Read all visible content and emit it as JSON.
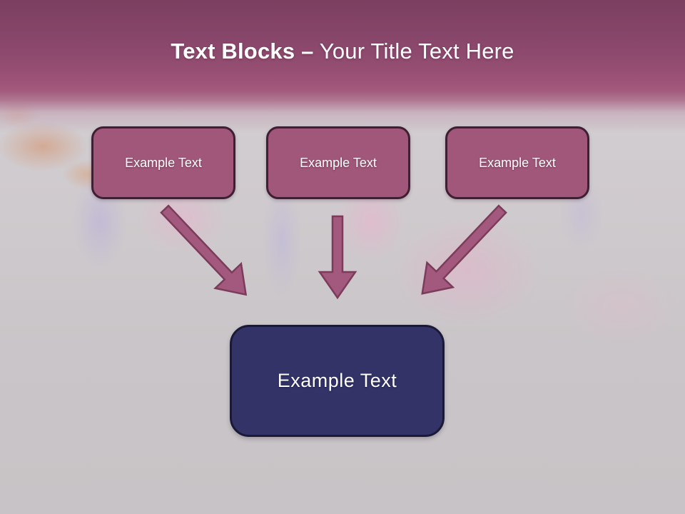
{
  "slide": {
    "title": {
      "bold_text": "Text Blocks –",
      "regular_text": "Your Title Text Here"
    },
    "top_boxes": [
      {
        "label": "Example Text"
      },
      {
        "label": "Example Text"
      },
      {
        "label": "Example Text"
      }
    ],
    "bottom_box": {
      "label": "Example Text"
    },
    "colors": {
      "header_top": "#7c3f60",
      "header_bottom": "#a35a7c",
      "box_fill": "#a05779",
      "box_border": "#3f1f33",
      "bottom_box_fill": "#333368",
      "bottom_box_border": "#1a1a38",
      "arrow_fill": "#a2597d",
      "arrow_stroke": "#7b3c5b",
      "title_color": "#ffffff"
    }
  }
}
